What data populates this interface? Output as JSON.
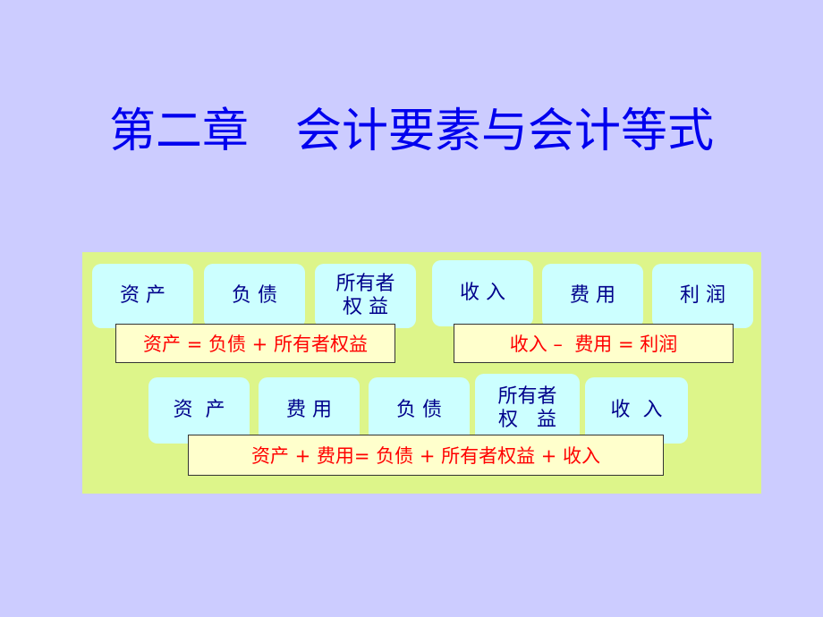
{
  "title": "第二章　会计要素与会计等式",
  "row1": {
    "cards": [
      "资 产",
      "负 债",
      "所有者\n权 益",
      "收 入",
      "费 用",
      "利 润"
    ],
    "formula_left": "资产 = 负债 + 所有者权益",
    "formula_right": "收入 –  费用 = 利润"
  },
  "row2": {
    "cards": [
      "资  产",
      "费 用",
      "负 债",
      "所有者\n权   益",
      "收  入"
    ],
    "formula": "资产 + 费用= 负债 + 所有者权益 + 收入"
  },
  "colors": {
    "background": "#ccccff",
    "title": "#0000ee",
    "panel": "#ddf58a",
    "card": "#ccffff",
    "card_text": "#00008b",
    "formula_bg": "#ffffcc",
    "formula_text": "#ff0000"
  }
}
